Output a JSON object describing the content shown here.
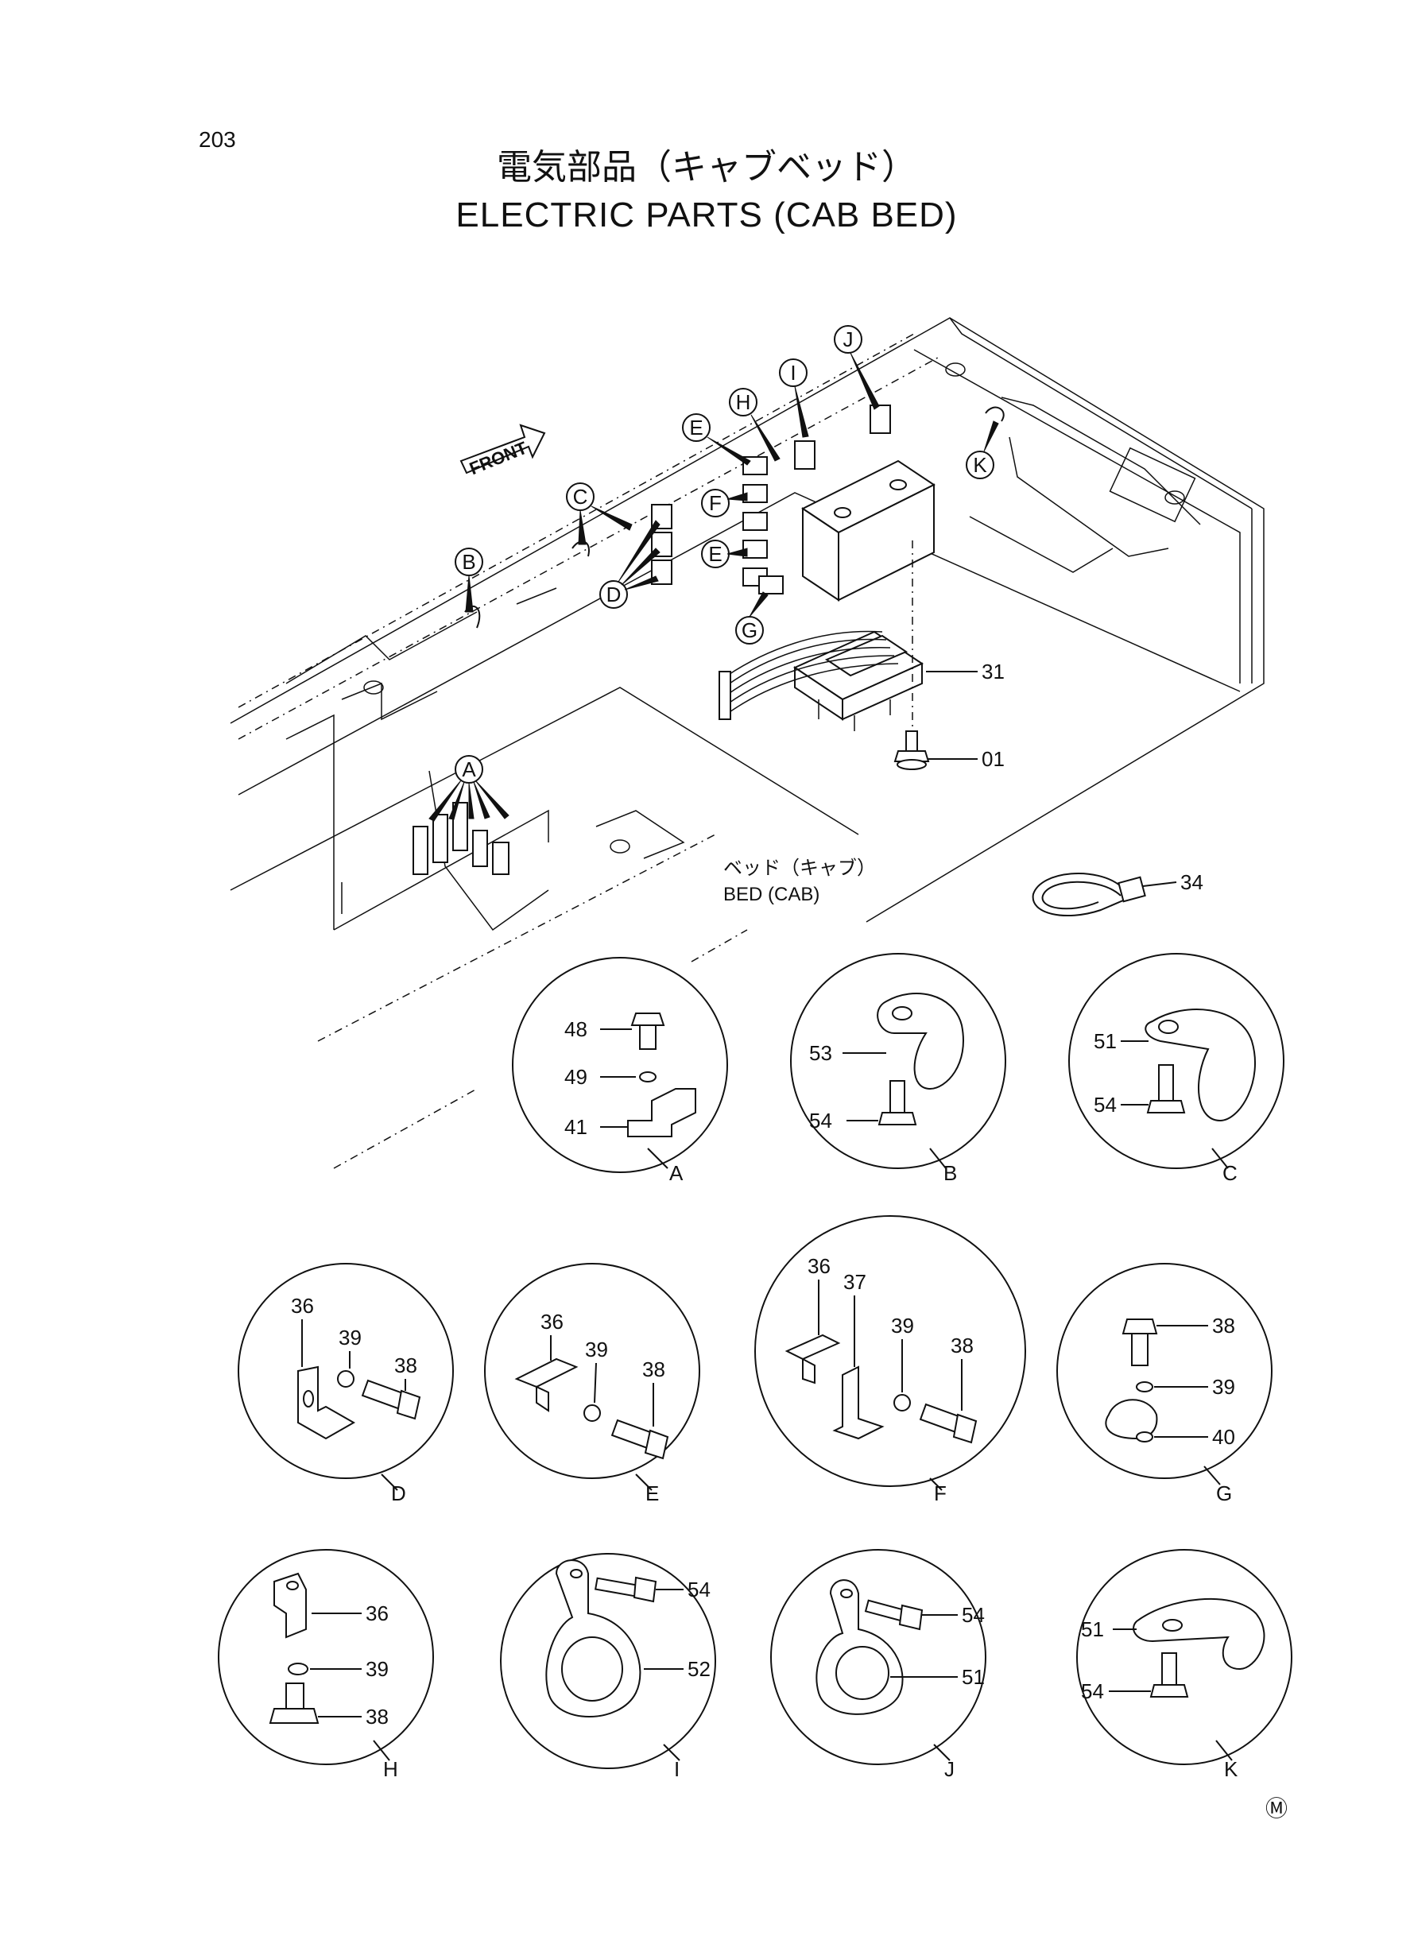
{
  "page_number": "203",
  "title_jp": "電気部品（キャブベッド）",
  "title_en": "ELECTRIC PARTS (CAB BED)",
  "front_label": "FRONT",
  "bed_label_jp": "ベッド（キャブ）",
  "bed_label_en": "BED (CAB)",
  "mark": "Ⓜ",
  "callouts": [
    "A",
    "B",
    "C",
    "D",
    "E",
    "E",
    "F",
    "G",
    "H",
    "I",
    "J",
    "K"
  ],
  "main_parts": [
    "31",
    "01",
    "34"
  ],
  "details": [
    {
      "letter": "A",
      "parts": [
        "48",
        "49",
        "41"
      ]
    },
    {
      "letter": "B",
      "parts": [
        "53",
        "54"
      ]
    },
    {
      "letter": "C",
      "parts": [
        "51",
        "54"
      ]
    },
    {
      "letter": "D",
      "parts": [
        "36",
        "39",
        "38"
      ]
    },
    {
      "letter": "E",
      "parts": [
        "36",
        "39",
        "38"
      ]
    },
    {
      "letter": "F",
      "parts": [
        "36",
        "37",
        "39",
        "38"
      ]
    },
    {
      "letter": "G",
      "parts": [
        "38",
        "39",
        "40"
      ]
    },
    {
      "letter": "H",
      "parts": [
        "36",
        "39",
        "38"
      ]
    },
    {
      "letter": "I",
      "parts": [
        "54",
        "52"
      ]
    },
    {
      "letter": "J",
      "parts": [
        "54",
        "51"
      ]
    },
    {
      "letter": "K",
      "parts": [
        "51",
        "54"
      ]
    }
  ]
}
